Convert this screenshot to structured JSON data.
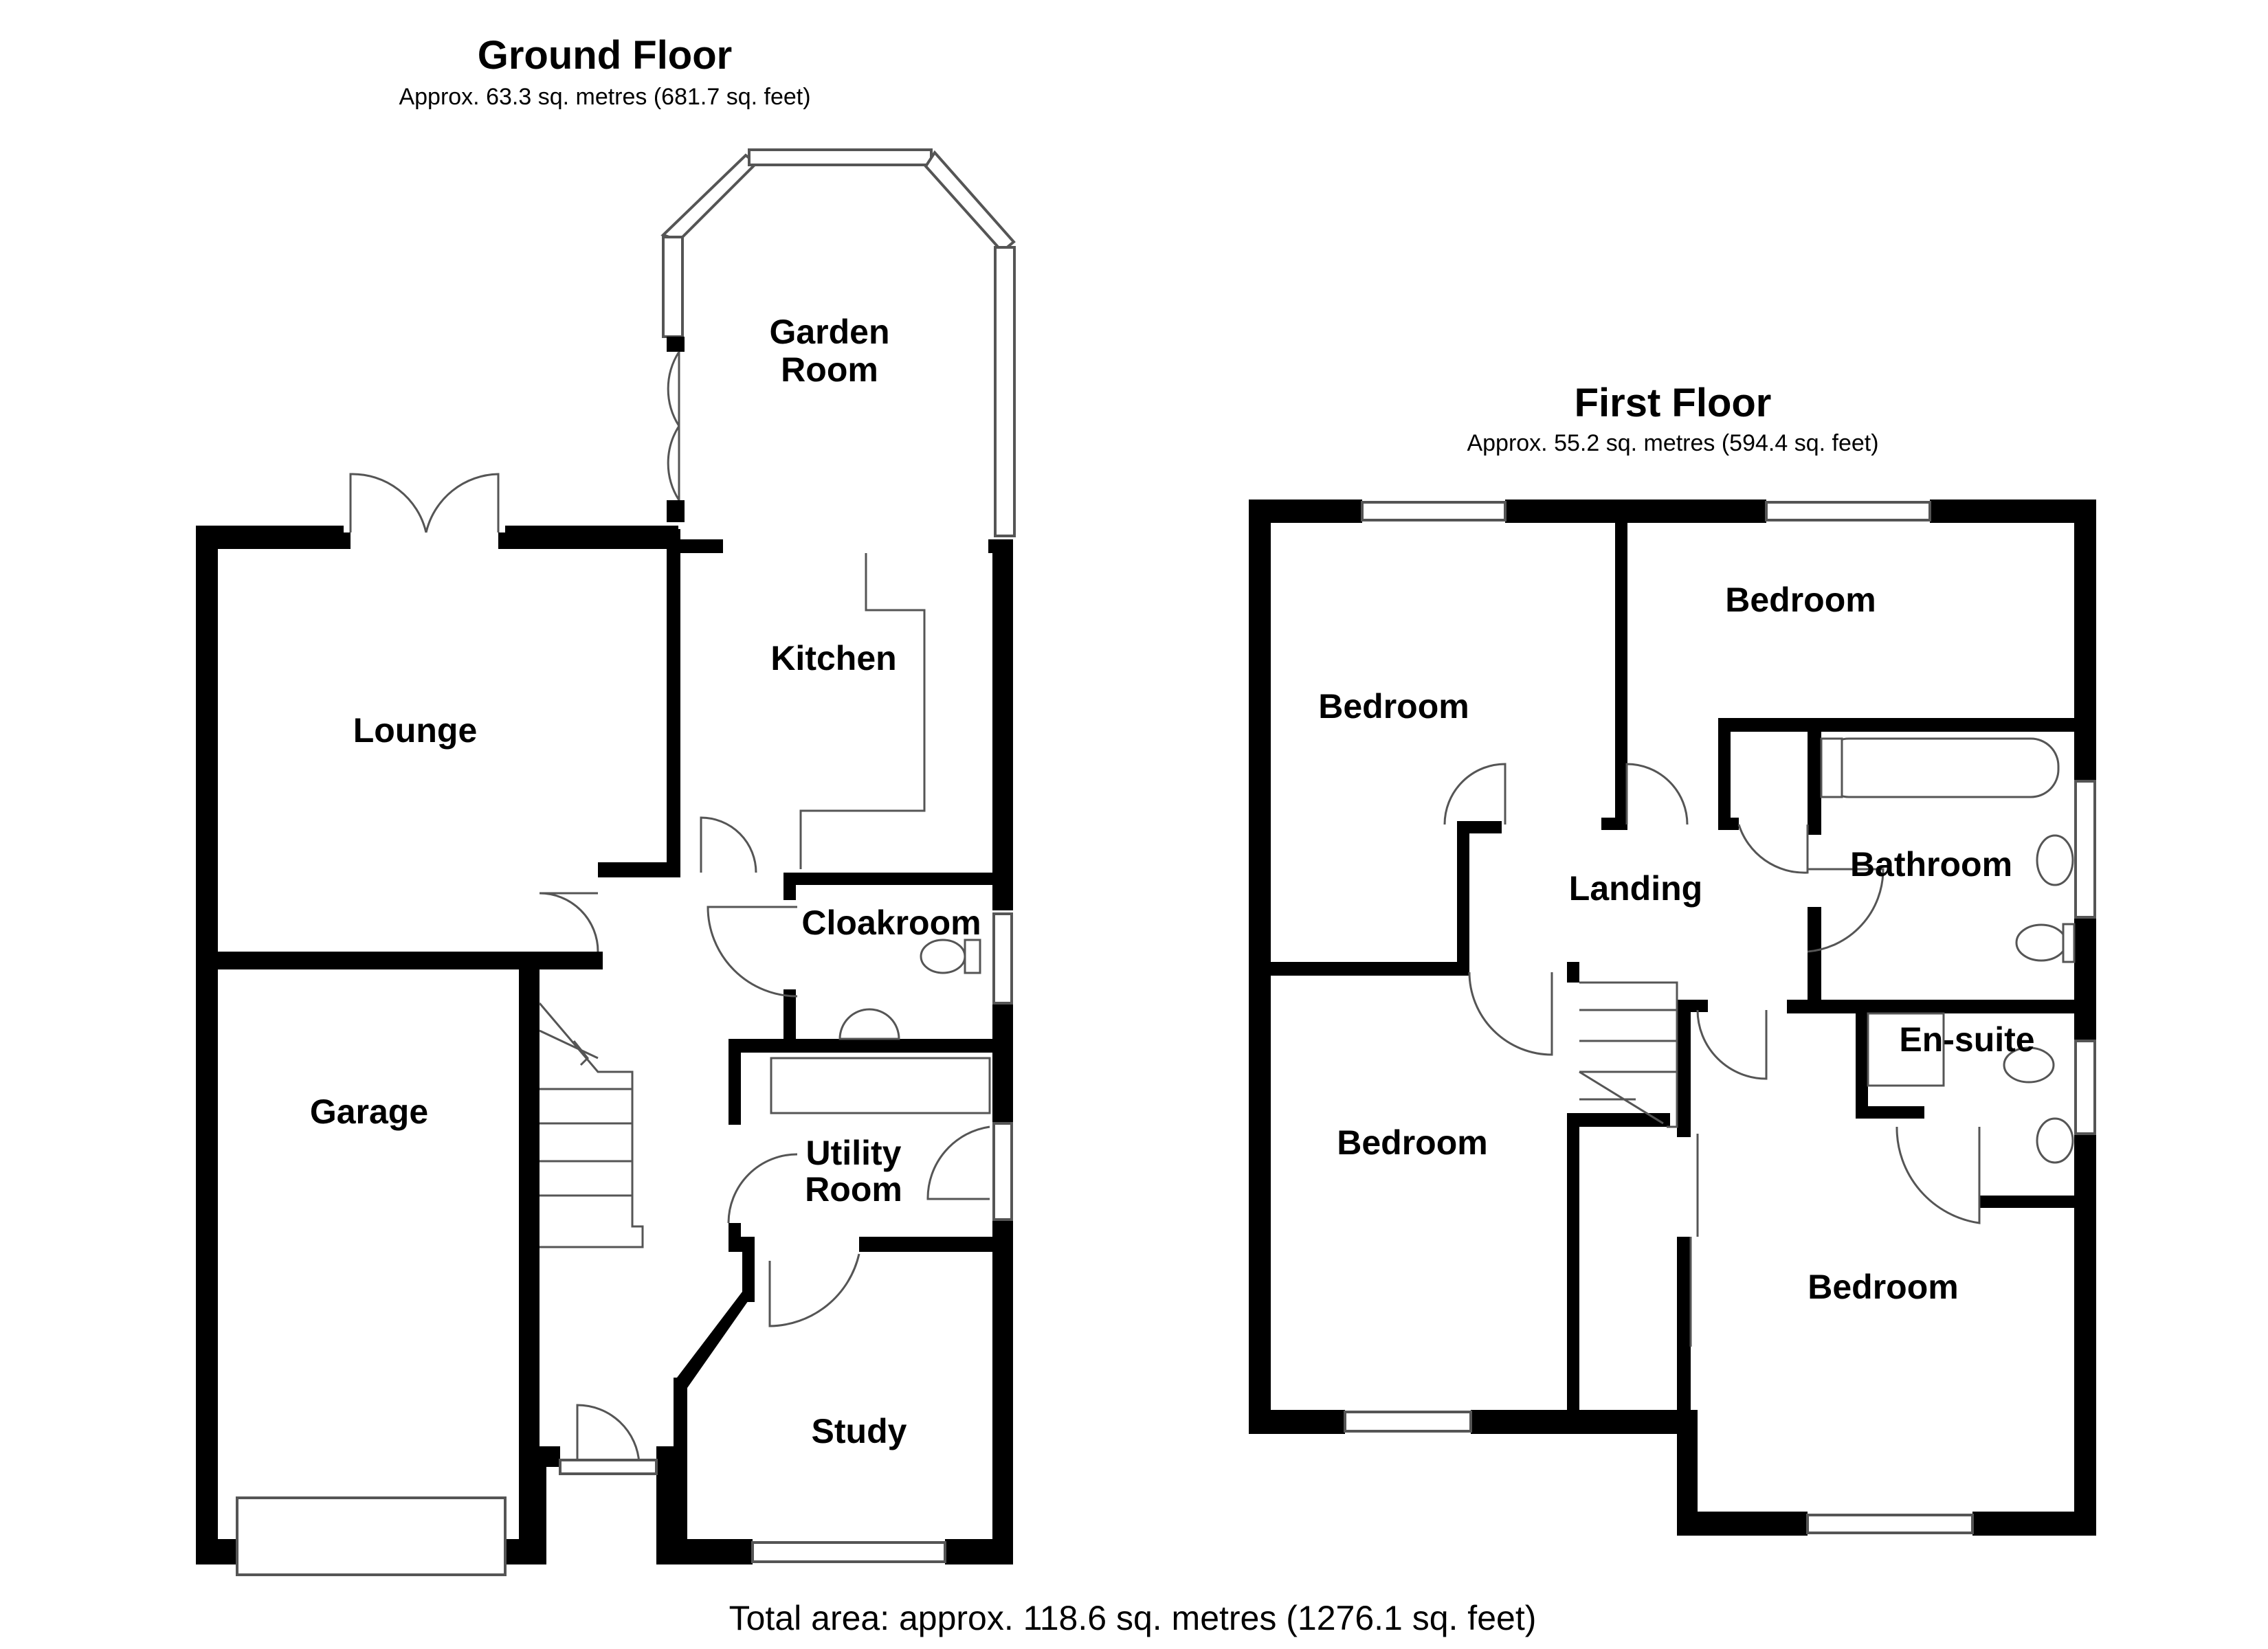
{
  "ground_floor": {
    "title": "Ground Floor",
    "area": "Approx. 63.3 sq. metres (681.7 sq. feet)",
    "rooms": {
      "garden_room": [
        "Garden",
        "Room"
      ],
      "kitchen": "Kitchen",
      "lounge": "Lounge",
      "cloakroom": "Cloakroom",
      "garage": "Garage",
      "utility_room": [
        "Utility",
        "Room"
      ],
      "study": "Study"
    }
  },
  "first_floor": {
    "title": "First Floor",
    "area": "Approx. 55.2 sq. metres (594.4 sq. feet)",
    "rooms": {
      "bedroom_1": "Bedroom",
      "bedroom_2": "Bedroom",
      "bedroom_3": "Bedroom",
      "bedroom_4": "Bedroom",
      "bathroom": "Bathroom",
      "landing": "Landing",
      "en_suite": "En-suite"
    }
  },
  "total_area": "Total area: approx. 118.6 sq. metres (1276.1 sq. feet)",
  "colors": {
    "wall": "#000000",
    "fixture_line": "#555555",
    "background": "#ffffff"
  }
}
